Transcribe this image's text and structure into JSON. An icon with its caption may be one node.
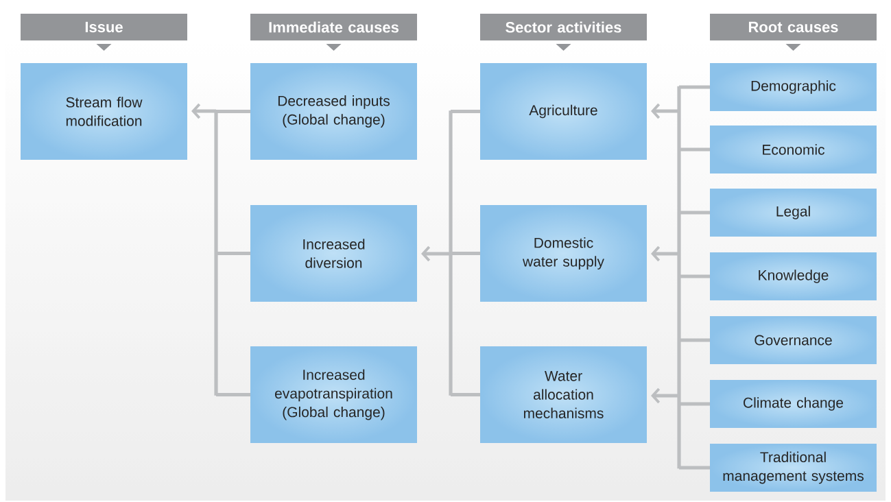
{
  "diagram": {
    "nodes": [
      {
        "text": [
          "Issue"
        ]
      },
      {
        "text": [
          "Immediate causes"
        ]
      },
      {
        "text": [
          "Sector activities"
        ]
      },
      {
        "text": [
          "Root causes"
        ]
      },
      {
        "text": [
          "Stream flow modification"
        ]
      },
      {
        "text": [
          "Decreased inputs (Global change)"
        ]
      },
      {
        "text": [
          "Increased diversion"
        ]
      },
      {
        "text": [
          "Increased evapotranspiration (Global change)"
        ]
      },
      {
        "text": [
          "Agriculture"
        ]
      },
      {
        "text": [
          "Domestic water supply"
        ]
      },
      {
        "text": [
          "Water allocation mechanisms"
        ]
      },
      {
        "text": [
          "Demographic"
        ]
      },
      {
        "text": [
          "Economic"
        ]
      },
      {
        "text": [
          "Legal"
        ]
      },
      {
        "text": [
          "Knowledge"
        ]
      },
      {
        "text": [
          "Governance"
        ]
      },
      {
        "text": [
          "Climate change"
        ]
      },
      {
        "text": [
          "Traditional management systems"
        ]
      }
    ],
    "edges": [
      {
        "from": 5,
        "to": 4,
        "arrow": "to"
      },
      {
        "from": 6,
        "to": 4,
        "arrow": "to"
      },
      {
        "from": 7,
        "to": 4,
        "arrow": "to"
      },
      {
        "from": 8,
        "to": 6,
        "arrow": "to"
      },
      {
        "from": 9,
        "to": 6,
        "arrow": "to"
      },
      {
        "from": 10,
        "to": 6,
        "arrow": "to"
      },
      {
        "from": 11,
        "to": 8,
        "arrow": "to"
      },
      {
        "from": 12,
        "to": 8,
        "arrow": "to"
      },
      {
        "from": 13,
        "to": 8,
        "arrow": "to"
      },
      {
        "from": 14,
        "to": 8,
        "arrow": "to"
      },
      {
        "from": 15,
        "to": 8,
        "arrow": "to"
      },
      {
        "from": 16,
        "to": 8,
        "arrow": "to"
      },
      {
        "from": 17,
        "to": 8,
        "arrow": "to"
      },
      {
        "from": 11,
        "to": 9,
        "arrow": "to"
      },
      {
        "from": 12,
        "to": 9,
        "arrow": "to"
      },
      {
        "from": 13,
        "to": 9,
        "arrow": "to"
      },
      {
        "from": 14,
        "to": 9,
        "arrow": "to"
      },
      {
        "from": 15,
        "to": 9,
        "arrow": "to"
      },
      {
        "from": 16,
        "to": 9,
        "arrow": "to"
      },
      {
        "from": 17,
        "to": 9,
        "arrow": "to"
      },
      {
        "from": 11,
        "to": 10,
        "arrow": "to"
      },
      {
        "from": 12,
        "to": 10,
        "arrow": "to"
      },
      {
        "from": 13,
        "to": 10,
        "arrow": "to"
      },
      {
        "from": 14,
        "to": 10,
        "arrow": "to"
      },
      {
        "from": 15,
        "to": 10,
        "arrow": "to"
      },
      {
        "from": 16,
        "to": 10,
        "arrow": "to"
      },
      {
        "from": 17,
        "to": 10,
        "arrow": "to"
      }
    ]
  }
}
